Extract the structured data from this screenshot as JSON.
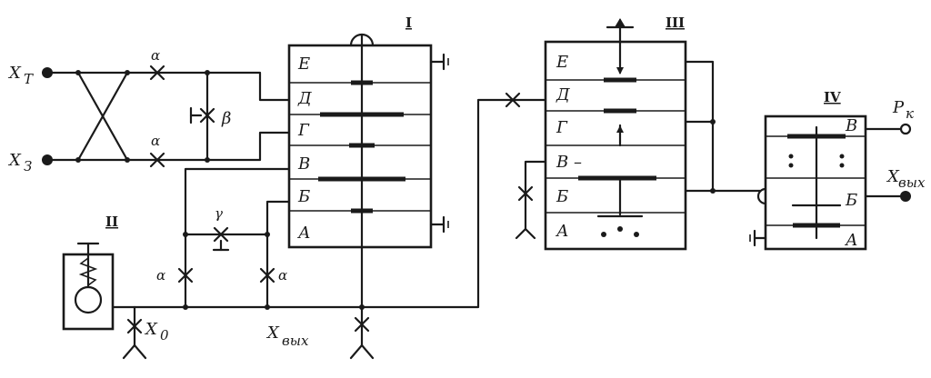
{
  "diagram": {
    "inputs": {
      "xt": "X",
      "xt_sub": "T",
      "x3": "X",
      "x3_sub": "З",
      "x0": "X",
      "x0_sub": "0",
      "xvyx": "X",
      "xvyx_sub": "вых"
    },
    "outputs": {
      "pk": "P",
      "pk_sub": "к",
      "xout": "X",
      "xout_sub": "вых"
    },
    "throttles": {
      "alpha": "α",
      "beta": "β",
      "gamma": "γ"
    },
    "relay_I": {
      "label": "I",
      "chambers": [
        "Е",
        "Д",
        "Г",
        "В",
        "Б",
        "А"
      ]
    },
    "unit_II": {
      "label": "II"
    },
    "relay_III": {
      "label": "III",
      "chambers": [
        "Е",
        "Д",
        "Г",
        "В",
        "Б",
        "А"
      ],
      "chamber_B_mark": "В –"
    },
    "relay_IV": {
      "label": "IV",
      "chambers": [
        "В",
        "Б",
        "А"
      ]
    }
  }
}
